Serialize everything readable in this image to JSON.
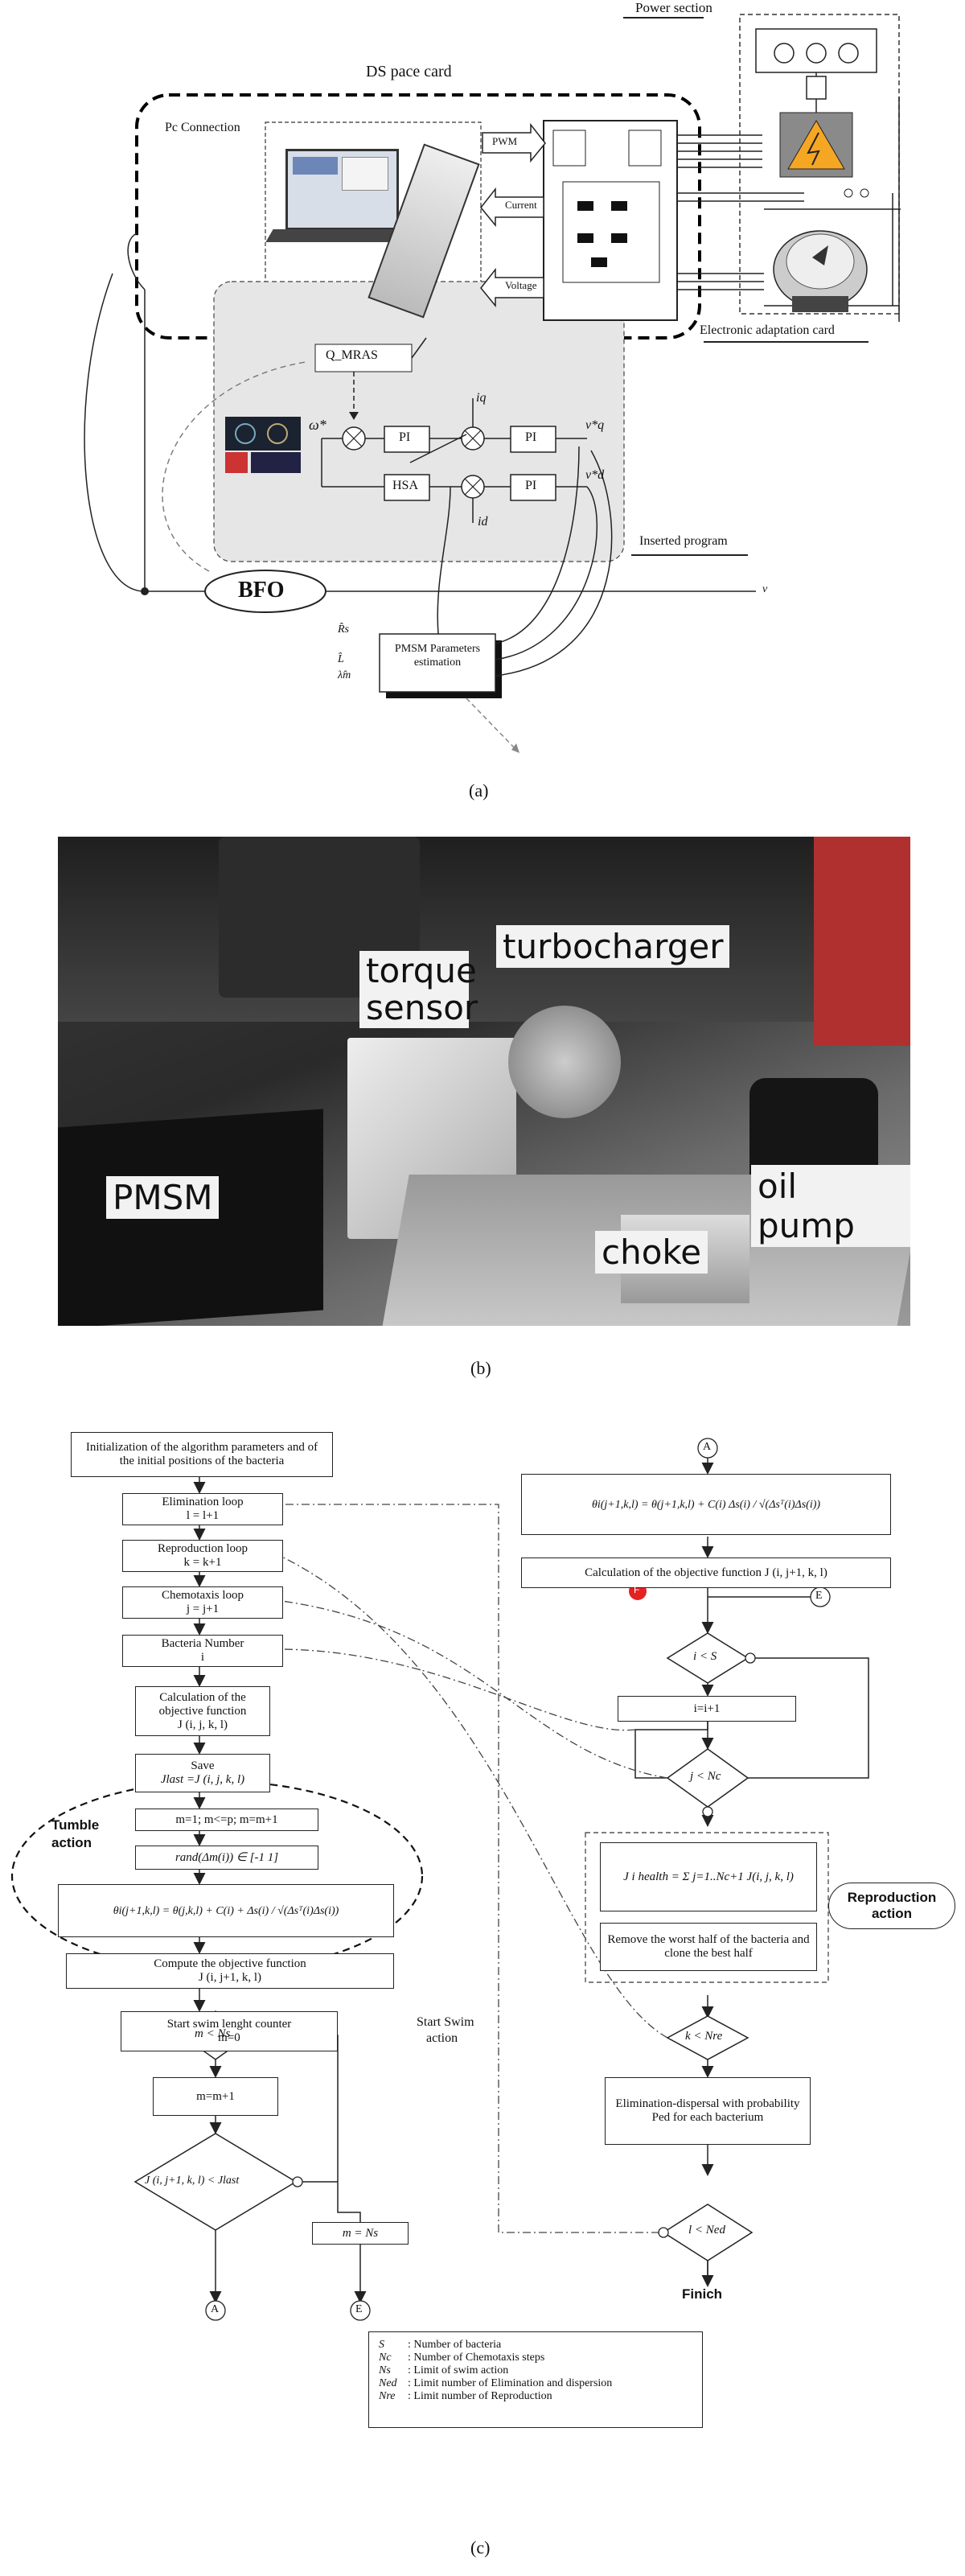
{
  "panel_a": {
    "dspace_title": "DS pace card",
    "power_section": "Power section",
    "pc_connection": "Pc Connection",
    "pwm": "PWM",
    "current": "Current",
    "voltage": "Voltage",
    "electronic_card": "Electronic adaptation card",
    "qmras": "Q_MRAS",
    "omega": "ω*",
    "pi": "PI",
    "hsa": "HSA",
    "iq": "iq",
    "id": "id",
    "vq": "v*q",
    "vd": "v*d",
    "inserted_program": "Inserted program",
    "bfo": "BFO",
    "v_note": "v",
    "rs_hat": "R̂s",
    "l_hat": "L̂",
    "lambda_hat": "λ̂m",
    "pmsm_params": "PMSM Parameters estimation",
    "caption": "(a)"
  },
  "panel_b": {
    "torque_sensor": "torque sensor",
    "turbocharger": "turbocharger",
    "pmsm": "PMSM",
    "oil_pump": "oil pump",
    "choke": "choke",
    "caption": "(b)"
  },
  "panel_c": {
    "init": "Initialization of the algorithm parameters and of the initial positions of the bacteria",
    "elim_loop": "Elimination loop",
    "elim_eq": "l = l+1",
    "repro_loop": "Reproduction loop",
    "repro_eq": "k = k+1",
    "chemo_loop": "Chemotaxis loop",
    "chemo_eq": "j = j+1",
    "bact_number": "Bacteria Number",
    "bact_i": "i",
    "calc_obj1": "Calculation of the objective function",
    "calc_obj1_arg": "J (i, j, k, l)",
    "save": "Save",
    "save_eq": "Jlast =J (i, j, k, l)",
    "tumble_action": "Tumble action",
    "m_loop": "m=1; m<=p; m=m+1",
    "rand_eq": "rand(Δm(i)) ∈ [-1 1]",
    "theta_eq_left": "θi(j+1,k,l) = θ(j,k,l) + C(i) + Δs(i) / √(Δsᵀ(i)Δs(i))",
    "compute_obj": "Compute the objective function",
    "compute_obj_arg": "J (i, j+1, k, l)",
    "start_counter": "Start swim lenght counter",
    "start_counter_eq": "m=0",
    "start_swim": "Start Swim",
    "start_swim2": "action",
    "f_label": "F",
    "m_lt_ns": "m < Ns",
    "m_inc": "m=m+1",
    "j_cond": "J (i, j+1, k, l) < Jlast",
    "m_eq_ns": "m = Ns",
    "a_label": "A",
    "e_label": "E",
    "theta_eq_right": "θi(j+1,k,l) = θ(j+1,k,l) + C(i) Δs(i) / √(Δsᵀ(i)Δs(i))",
    "calc_obj2": "Calculation of the objective function J (i, j+1, k, l)",
    "i_lt_s": "i < S",
    "i_inc": "i=i+1",
    "j_lt_nc": "j < Nc",
    "j_health": "J i health = Σ j=1..Nc+1 J(i, j, k, l)",
    "remove_worst": "Remove the worst half of the bacteria and clone the best half",
    "reproduction_action": "Reproduction action",
    "k_lt_nre": "k < Nre",
    "elim_dispersal": "Elimination-dispersal with probability Ped for each bacterium",
    "l_lt_ned": "l < Ned",
    "finich": "Finich",
    "legend": [
      {
        "sym": "S",
        "desc": ": Number of bacteria"
      },
      {
        "sym": "Nc",
        "desc": ": Number of Chemotaxis steps"
      },
      {
        "sym": "Ns",
        "desc": ": Limit of swim action"
      },
      {
        "sym": "Ned",
        "desc": ": Limit number of Elimination and dispersion"
      },
      {
        "sym": "Nre",
        "desc": ": Limit number of Reproduction"
      }
    ],
    "caption": "(c)"
  },
  "colors": {
    "accent_red": "#e52222",
    "gray_panel": "#e6e6e6",
    "photo_dark": "#2a2a2a"
  }
}
